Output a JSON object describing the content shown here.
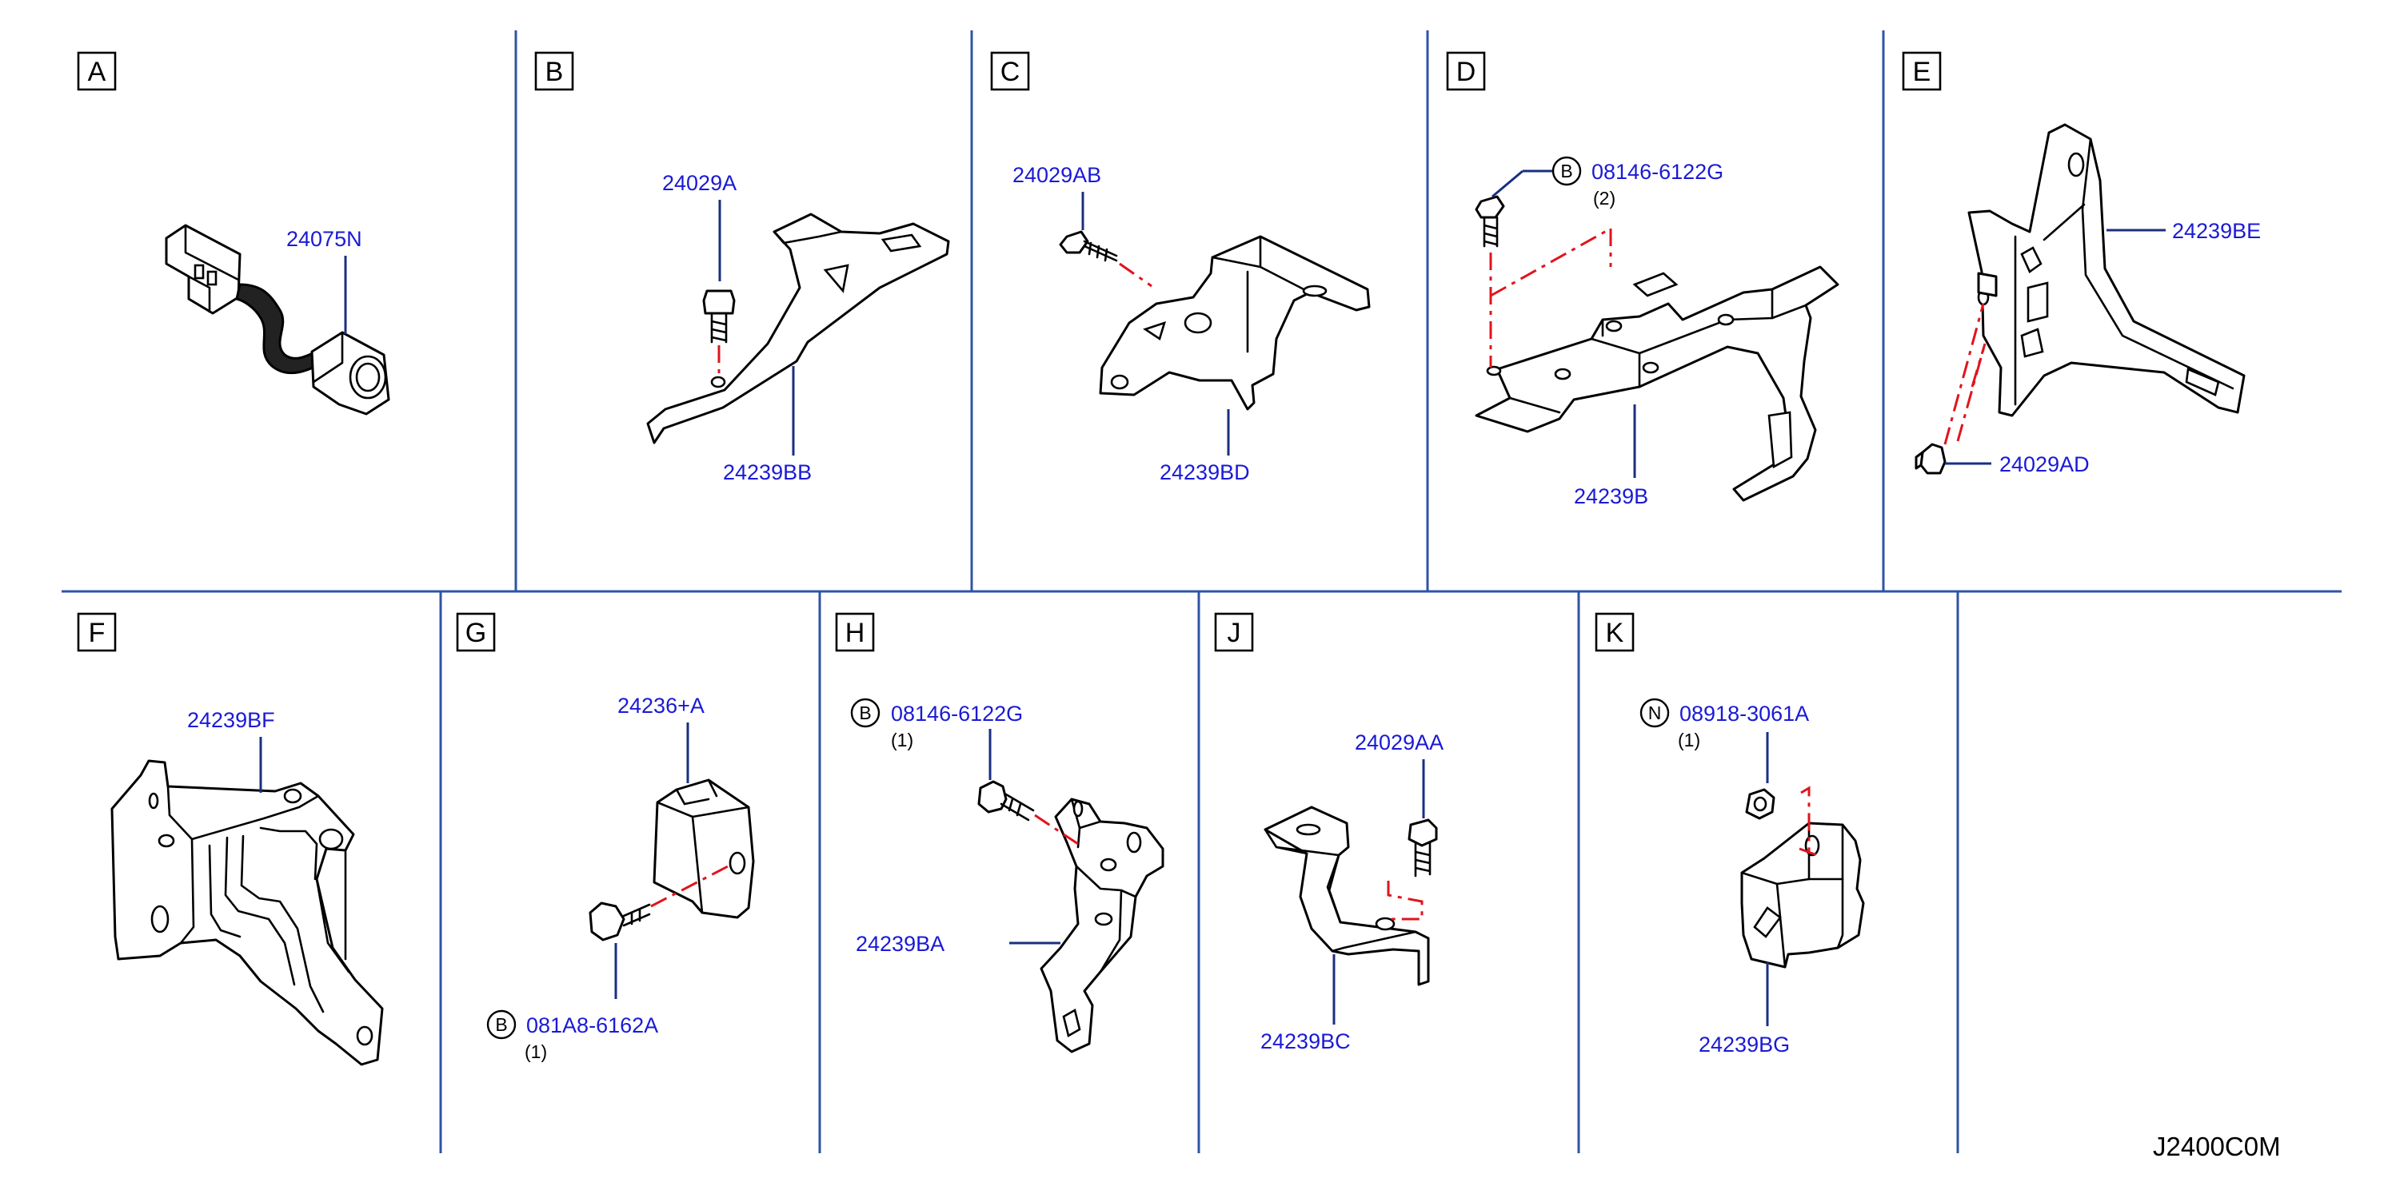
{
  "diagram_code": "J2400C0M",
  "colors": {
    "divider": "#2f54a6",
    "part_number": "#1a1ad6",
    "leader": "#1a2f80",
    "installation_line": "#e0141c"
  },
  "panels": [
    {
      "letter": "A",
      "parts": [
        {
          "number": "24075N"
        }
      ]
    },
    {
      "letter": "B",
      "parts": [
        {
          "number": "24029A"
        },
        {
          "number": "24239BB"
        }
      ]
    },
    {
      "letter": "C",
      "parts": [
        {
          "number": "24029AB"
        },
        {
          "number": "24239BD"
        }
      ]
    },
    {
      "letter": "D",
      "parts": [
        {
          "number": "08146-6122G",
          "symbol": "B",
          "qty": "(2)"
        },
        {
          "number": "24239B"
        }
      ]
    },
    {
      "letter": "E",
      "parts": [
        {
          "number": "24239BE"
        },
        {
          "number": "24029AD"
        }
      ]
    },
    {
      "letter": "F",
      "parts": [
        {
          "number": "24239BF"
        }
      ]
    },
    {
      "letter": "G",
      "parts": [
        {
          "number": "24236+A"
        },
        {
          "number": "081A8-6162A",
          "symbol": "B",
          "qty": "(1)"
        }
      ]
    },
    {
      "letter": "H",
      "parts": [
        {
          "number": "08146-6122G",
          "symbol": "B",
          "qty": "(1)"
        },
        {
          "number": "24239BA"
        }
      ]
    },
    {
      "letter": "J",
      "parts": [
        {
          "number": "24029AA"
        },
        {
          "number": "24239BC"
        }
      ]
    },
    {
      "letter": "K",
      "parts": [
        {
          "number": "08918-3061A",
          "symbol": "N",
          "qty": "(1)"
        },
        {
          "number": "24239BG"
        }
      ]
    }
  ]
}
